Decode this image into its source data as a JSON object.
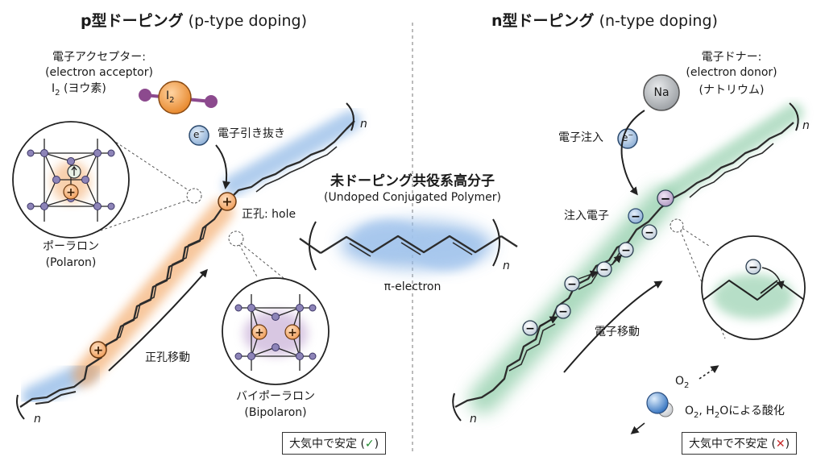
{
  "p_side": {
    "title_jp": "p型ドーピング",
    "title_en": "(p-type doping)",
    "acceptor_label": "電子アクセプター:",
    "acceptor_en": "(electron acceptor)",
    "acceptor_species": "I",
    "acceptor_sub": "2",
    "acceptor_name": " (ヨウ素)",
    "molecule_label": "I",
    "molecule_sub": "2",
    "electron_symbol": "e",
    "extraction_label": "電子引き抜き",
    "hole_label": "正孔: hole",
    "polaron_jp": "ポーラロン",
    "polaron_en": "(Polaron)",
    "bipolaron_jp": "バイポーラロン",
    "bipolaron_en": "(Bipolaron)",
    "hole_transport": "正孔移動",
    "chain_n": "n",
    "stability": "大気中で安定 (",
    "stability_mark": "✓",
    "stability_close": ")"
  },
  "n_side": {
    "title_jp": "n型ドーピング",
    "title_en": "(n-type doping)",
    "donor_label": "電子ドナー:",
    "donor_en": "(electron donor)",
    "donor_name": "(ナトリウム)",
    "donor_symbol": "Na",
    "electron_symbol": "e",
    "injection_label": "電子注入",
    "injected_label": "注入電子",
    "electron_transport": "電子移動",
    "chain_n": "n",
    "oxygen": "O",
    "oxygen_sub": "2",
    "oxidation_label_a": "O",
    "oxidation_label_b": ", H",
    "oxidation_label_c": "Oによる酸化",
    "stability": "大気中で不安定 (",
    "stability_mark": "✕",
    "stability_close": ")"
  },
  "center": {
    "title_jp": "未ドーピング共役系高分子",
    "title_en": "(Undoped Conjugated Polymer)",
    "pi_label": "π-electron",
    "chain_n": "n"
  },
  "colors": {
    "hole_orange": "#f2a25c",
    "electron_green": "#7cc49a",
    "polymer_blue": "#8fb8e6",
    "iodine_orange": "#f0a04b",
    "iodine_purple": "#8c4a8e",
    "sodium_gray": "#b9bcbf"
  }
}
